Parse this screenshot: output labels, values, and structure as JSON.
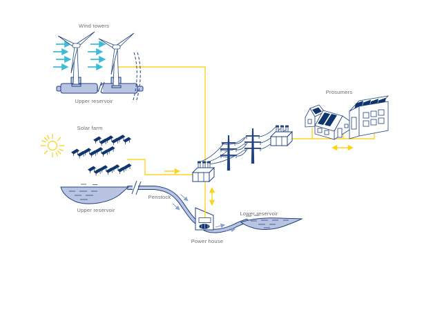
{
  "diagram": {
    "background": "#ffffff",
    "labels": {
      "wind_towers": "Wind towers",
      "wind_reservoir": "Upper reservoir",
      "solar_farm": "Solar farm",
      "upper_reservoir": "Upper reservoir",
      "penstock": "Penstock",
      "power_house": "Power house",
      "lower_reservoir": "Lower reservoir",
      "prosumers": "Prosumers"
    },
    "colors": {
      "navy": "#20407f",
      "panel_navy": "#0f356e",
      "light_blue": "#b9c4e2",
      "cyan": "#3cbcd8",
      "yellow": "#ffd21e",
      "label_gray": "#6b6d70",
      "flow_blue": "#8aa0cc",
      "background": "#ffffff"
    },
    "icons": [
      "wind-turbine-icon",
      "wind-arrow-icon",
      "pontoon-icon",
      "sun-icon",
      "solar-panel-icon",
      "reservoir-icon",
      "penstock-pipe-icon",
      "power-house-icon",
      "turbine-icon",
      "transformer-icon",
      "transmission-tower-icon",
      "power-line-icon",
      "flow-arrow-icon",
      "house-icon",
      "small-house-icon",
      "factory-icon",
      "break-mark-icon"
    ]
  }
}
